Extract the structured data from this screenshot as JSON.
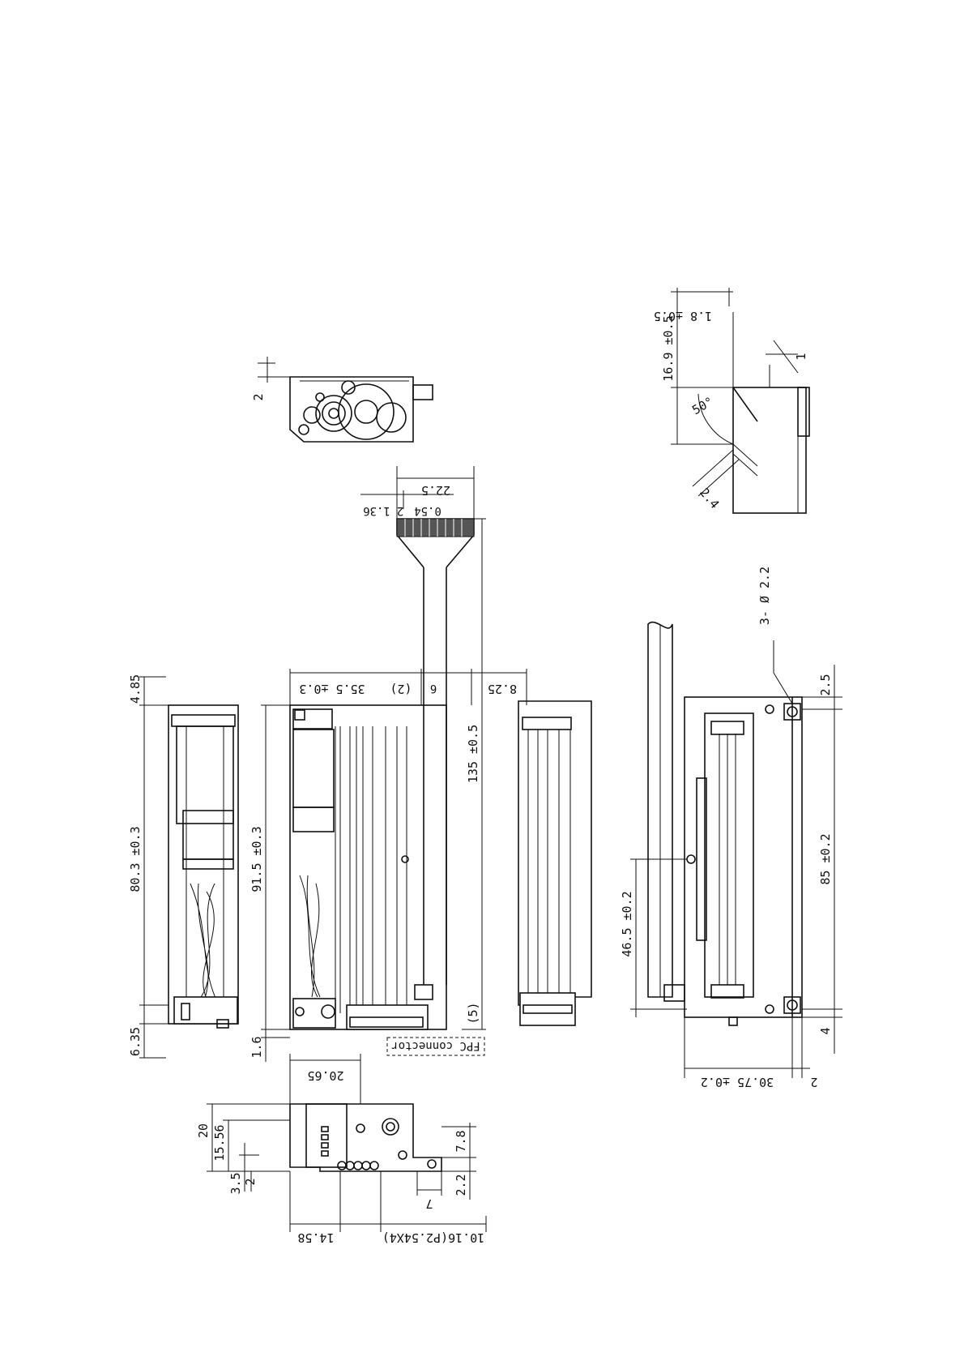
{
  "labels": {
    "d_4_85": "4.85",
    "d_80_3": "80.3 ±0.3",
    "d_6_35": "6.35",
    "d_91_5": "91.5 ±0.3",
    "d_1_6": "1.6",
    "d_35_5": "35.5 ±0.3",
    "d_2_paren": "(2)",
    "d_6": "6",
    "d_8_25": "8.25",
    "d_135": "135 ±0.5",
    "d_5_paren": "(5)",
    "fpc": "FPC connector",
    "d_20_65": "20.65",
    "d_2_top": "2",
    "d_22_5": "22.5",
    "d_0_54": "0.54",
    "d_2_small": "2",
    "d_1_36": "1.36",
    "d_20": "20",
    "d_15_56": "15.56",
    "d_3_5": "3.5",
    "d_2_left": "2",
    "d_7_8": "7.8",
    "d_2_2": "2.2",
    "d_7": "7",
    "d_14_58": "14.58",
    "d_10_16": "10.16(P2.54X4)",
    "d_1_8": "1.8 ±0.5",
    "d_16_9": "16.9 ±0.5",
    "d_50": "50°",
    "d_2_4": "2.4",
    "d_1_right": "1",
    "d_3_holes": "3-  Ø 2.2",
    "d_2_5": "2.5",
    "d_85": "85 ±0.2",
    "d_46_5": "46.5 ±0.2",
    "d_4": "4",
    "d_30_75": "30.75 ±0.2",
    "d_2_bottom": "2"
  }
}
